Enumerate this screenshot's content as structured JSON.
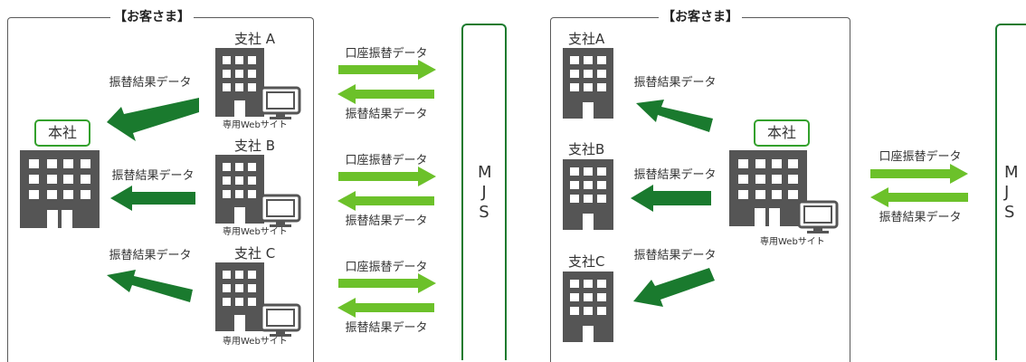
{
  "labels": {
    "customer_group": "【お客さま】",
    "head_office": "本社",
    "branch_a": "支社 A",
    "branch_b": "支社 B",
    "branch_c": "支社 C",
    "branch_a_tight": "支社A",
    "branch_b_tight": "支社B",
    "branch_c_tight": "支社C",
    "website": "専用Webサイト",
    "debit_data": "口座振替データ",
    "result_data": "振替結果データ",
    "mjs": "MJS"
  },
  "colors": {
    "dark_green": "#1a7a2e",
    "light_green": "#6cc12a",
    "building": "#555555",
    "border_green": "#33a02c"
  }
}
